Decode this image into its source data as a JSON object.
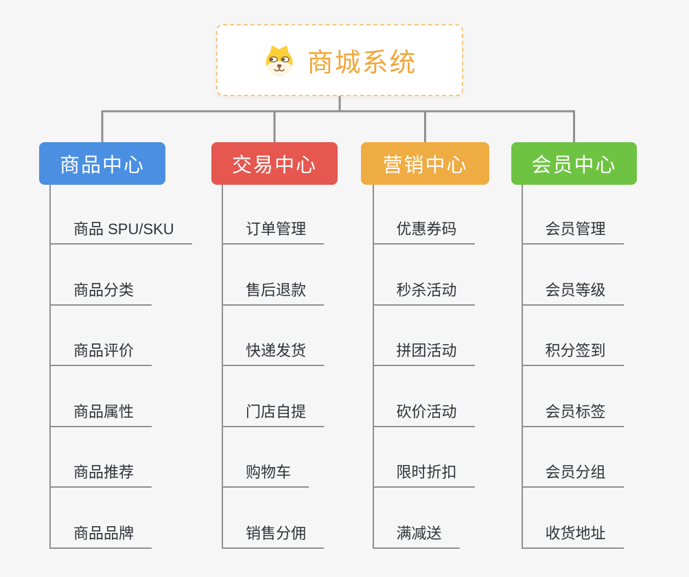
{
  "root": {
    "title": "商城系统",
    "icon": "dog-face-icon",
    "text_color": "#f0a73b",
    "border_color": "#f7c87e"
  },
  "branches": [
    {
      "label": "商品中心",
      "color": "#4a8fe2",
      "items": [
        "商品 SPU/SKU",
        "商品分类",
        "商品评价",
        "商品属性",
        "商品推荐",
        "商品品牌"
      ]
    },
    {
      "label": "交易中心",
      "color": "#e5574f",
      "items": [
        "订单管理",
        "售后退款",
        "快递发货",
        "门店自提",
        "购物车",
        "销售分佣"
      ]
    },
    {
      "label": "营销中心",
      "color": "#efac43",
      "items": [
        "优惠券码",
        "秒杀活动",
        "拼团活动",
        "砍价活动",
        "限时折扣",
        "满减送"
      ]
    },
    {
      "label": "会员中心",
      "color": "#6fc343",
      "items": [
        "会员管理",
        "会员等级",
        "积分签到",
        "会员标签",
        "会员分组",
        "收货地址"
      ]
    }
  ],
  "connector_color": "#8f8f8f",
  "background_color": "#f6f6f6",
  "leaf_text_color": "#2f3237"
}
